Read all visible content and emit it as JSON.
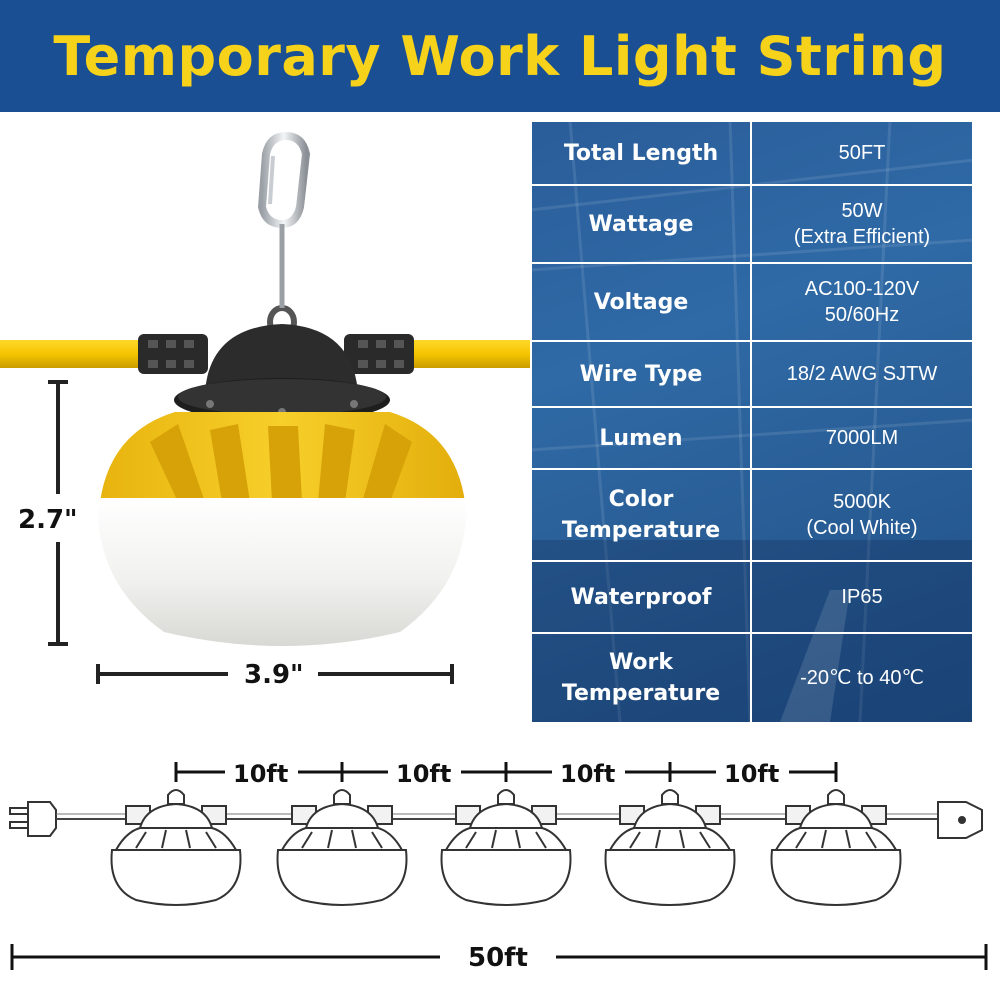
{
  "title": "Temporary Work Light String",
  "hero": {
    "height_label": "2.7\"",
    "width_label": "3.9\""
  },
  "specs": [
    {
      "label": "Total Length",
      "value": "50FT"
    },
    {
      "label": "Wattage",
      "value": "50W\n(Extra Efficient)"
    },
    {
      "label": "Voltage",
      "value": "AC100-120V\n50/60Hz"
    },
    {
      "label": "Wire Type",
      "value": "18/2 AWG SJTW"
    },
    {
      "label": "Lumen",
      "value": "7000LM"
    },
    {
      "label": "Color\nTemperature",
      "value": "5000K\n(Cool White)"
    },
    {
      "label": "Waterproof",
      "value": "IP65"
    },
    {
      "label": "Work\nTemperature",
      "value": "-20℃ to 40℃"
    }
  ],
  "strip": {
    "spacing_labels": [
      "10ft",
      "10ft",
      "10ft",
      "10ft"
    ],
    "total_label": "50ft"
  },
  "colors": {
    "banner": "#1b4f93",
    "title": "#f7d21a",
    "cord": "#f5c400",
    "housing": "#f2c21c"
  }
}
